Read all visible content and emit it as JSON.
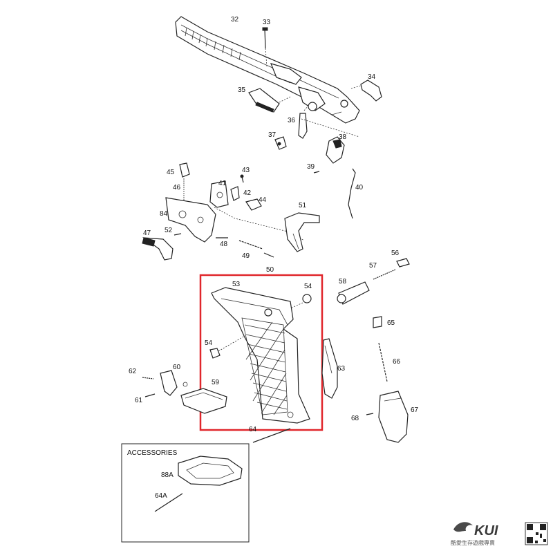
{
  "diagram": {
    "highlight_color": "#e0262b",
    "labels": [
      {
        "id": "l32",
        "text": "32"
      },
      {
        "id": "l33",
        "text": "33"
      },
      {
        "id": "l34",
        "text": "34"
      },
      {
        "id": "l35",
        "text": "35"
      },
      {
        "id": "l36",
        "text": "36"
      },
      {
        "id": "l37",
        "text": "37"
      },
      {
        "id": "l38",
        "text": "38"
      },
      {
        "id": "l39",
        "text": "39"
      },
      {
        "id": "l40",
        "text": "40"
      },
      {
        "id": "l41",
        "text": "41"
      },
      {
        "id": "l42",
        "text": "42"
      },
      {
        "id": "l43",
        "text": "43"
      },
      {
        "id": "l44",
        "text": "44"
      },
      {
        "id": "l45",
        "text": "45"
      },
      {
        "id": "l46",
        "text": "46"
      },
      {
        "id": "l47",
        "text": "47"
      },
      {
        "id": "l48",
        "text": "48"
      },
      {
        "id": "l49",
        "text": "49"
      },
      {
        "id": "l50",
        "text": "50"
      },
      {
        "id": "l51",
        "text": "51"
      },
      {
        "id": "l52",
        "text": "52"
      },
      {
        "id": "l53",
        "text": "53"
      },
      {
        "id": "l54a",
        "text": "54"
      },
      {
        "id": "l54b",
        "text": "54"
      },
      {
        "id": "l56",
        "text": "56"
      },
      {
        "id": "l57",
        "text": "57"
      },
      {
        "id": "l58",
        "text": "58"
      },
      {
        "id": "l59",
        "text": "59"
      },
      {
        "id": "l60",
        "text": "60"
      },
      {
        "id": "l61",
        "text": "61"
      },
      {
        "id": "l62",
        "text": "62"
      },
      {
        "id": "l63",
        "text": "63"
      },
      {
        "id": "l64",
        "text": "64"
      },
      {
        "id": "l65",
        "text": "65"
      },
      {
        "id": "l66",
        "text": "66"
      },
      {
        "id": "l67",
        "text": "67"
      },
      {
        "id": "l68",
        "text": "68"
      },
      {
        "id": "l84",
        "text": "84"
      },
      {
        "id": "l88a",
        "text": "88A"
      },
      {
        "id": "l64a",
        "text": "64A"
      }
    ],
    "accessories_title": "ACCESSORIES"
  },
  "watermark": {
    "brand": "KUI",
    "tagline": "酷愛生存遊戲專賣"
  }
}
